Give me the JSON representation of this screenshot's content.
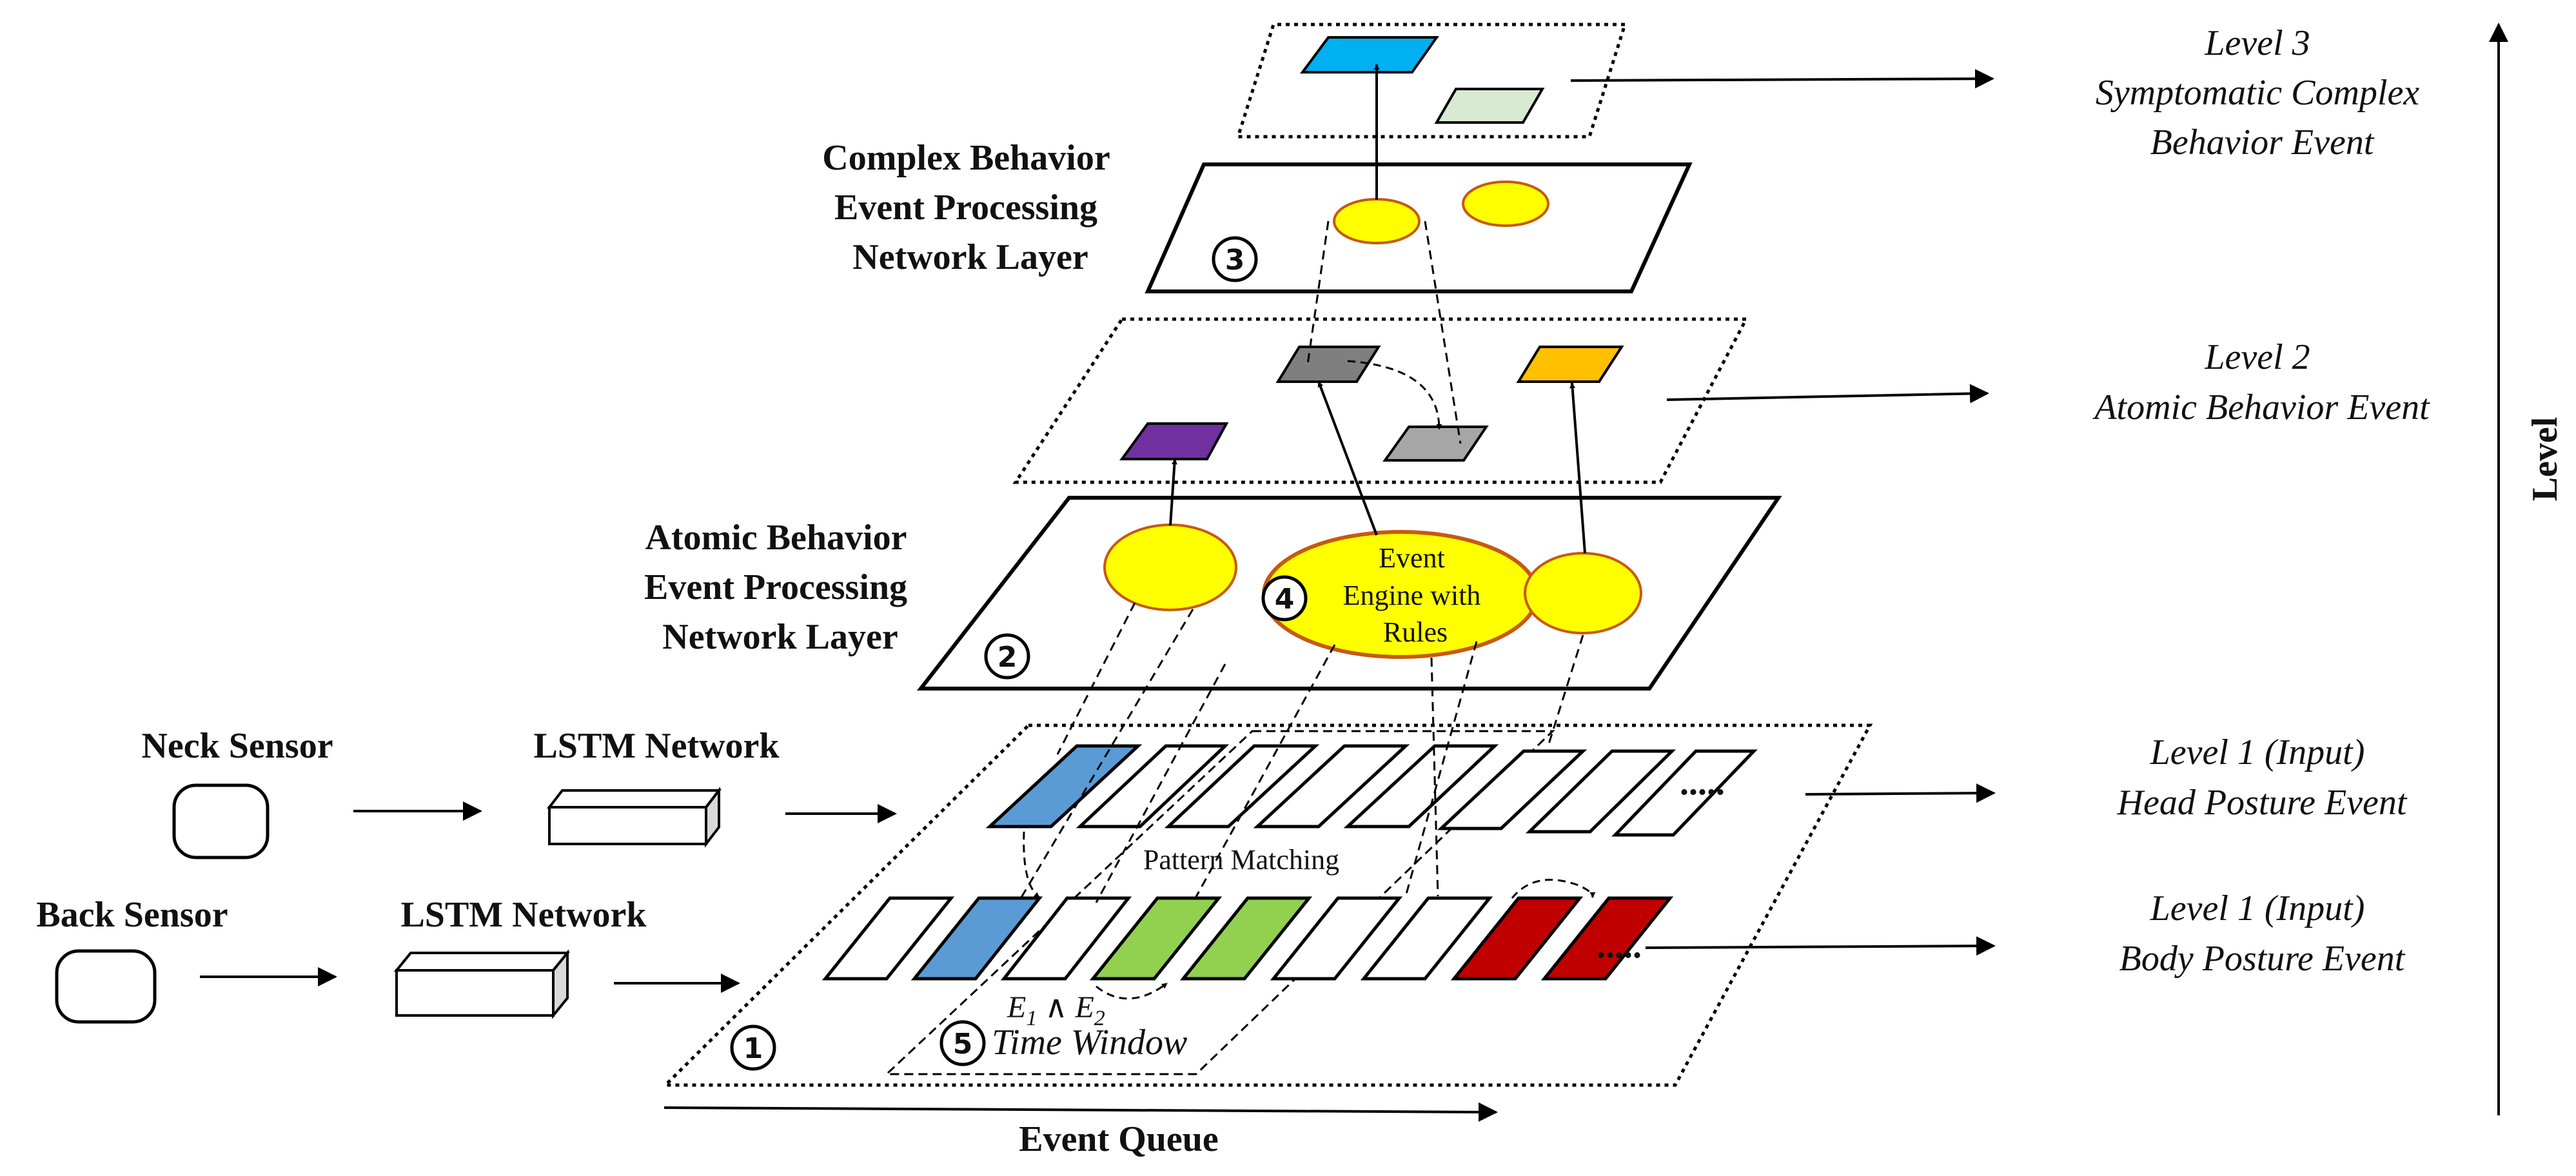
{
  "colors": {
    "blue_cell": "#5b9bd5",
    "green_cell": "#92d050",
    "red_cell": "#c00000",
    "yellow_node": "#ffff00",
    "node_stroke": "#c55a11",
    "purple_event": "#7030a0",
    "dark_gray_event": "#7f7f7f",
    "light_gray_event": "#a6a6a6",
    "orange_event": "#ffc000",
    "cyan_event": "#00b0f0",
    "light_green_event": "#d9ead3"
  },
  "sensors": {
    "neck": "Neck Sensor",
    "back": "Back Sensor",
    "lstm_neck": "LSTM Network",
    "lstm_back": "LSTM Network"
  },
  "layers": {
    "complex": [
      "Complex Behavior",
      "Event Processing",
      "Network Layer"
    ],
    "atomic": [
      "Atomic Behavior",
      "Event Processing",
      "Network Layer"
    ]
  },
  "levels": {
    "level3": [
      "Level 3",
      "Symptomatic Complex",
      "Behavior Event"
    ],
    "level2": [
      "Level 2",
      "Atomic Behavior Event"
    ],
    "level1_head": [
      "Level 1 (Input)",
      "Head Posture Event"
    ],
    "level1_body": [
      "Level 1 (Input)",
      "Body Posture Event"
    ],
    "axis": "Level"
  },
  "engine": [
    "Event",
    "Engine with",
    "Rules"
  ],
  "numbers": {
    "n1": "1",
    "n2": "2",
    "n3": "3",
    "n4": "4",
    "n5": "5"
  },
  "pattern_matching": "Pattern Matching",
  "conjunction": {
    "e1": "E",
    "sub1": "1",
    "and": " ∧ ",
    "e2": "E",
    "sub2": "2"
  },
  "time_window": "Time Window",
  "event_queue": "Event Queue",
  "ellipsis": "....."
}
